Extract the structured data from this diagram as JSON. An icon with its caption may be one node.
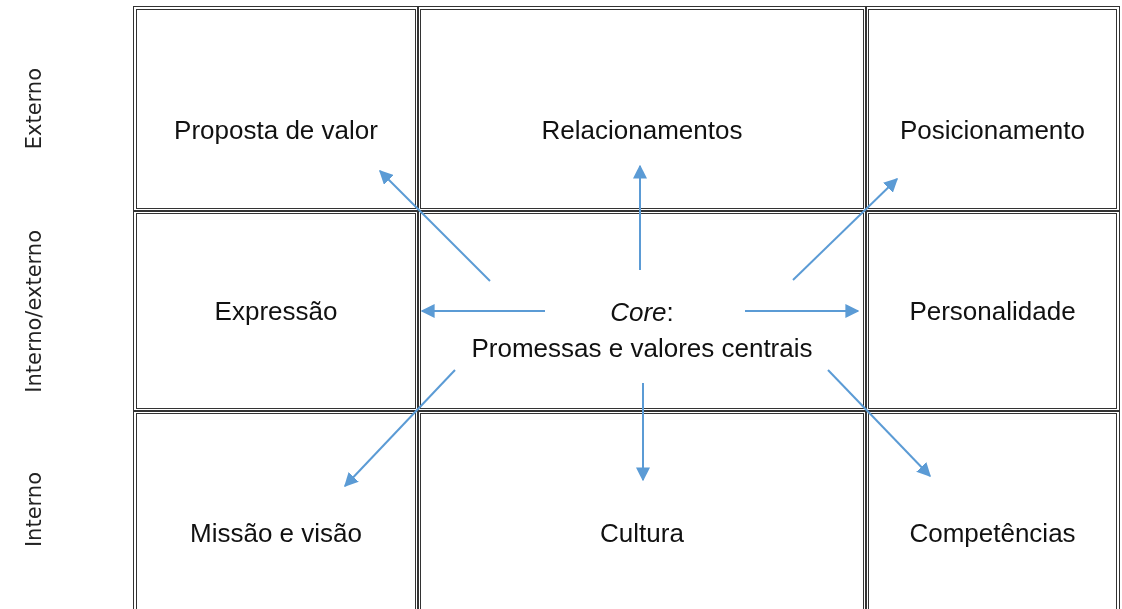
{
  "diagram": {
    "nodes": [
      {
        "text": [
          "Proposta de valor"
        ]
      },
      {
        "text": [
          "Relacionamentos"
        ]
      },
      {
        "text": [
          "Posicionamento"
        ]
      },
      {
        "text": [
          "Expressão"
        ]
      },
      {
        "text": [
          "*Core*: Promessas e valores centrais"
        ]
      },
      {
        "text": [
          "Personalidade"
        ]
      },
      {
        "text": [
          "Missão e visão"
        ]
      },
      {
        "text": [
          "Cultura"
        ]
      },
      {
        "text": [
          "Competências"
        ]
      }
    ],
    "edges": [
      {
        "from": 4,
        "to": 0,
        "arrow": "to"
      },
      {
        "from": 4,
        "to": 1,
        "arrow": "to"
      },
      {
        "from": 4,
        "to": 2,
        "arrow": "to"
      },
      {
        "from": 4,
        "to": 3,
        "arrow": "to"
      },
      {
        "from": 4,
        "to": 5,
        "arrow": "to"
      },
      {
        "from": 4,
        "to": 6,
        "arrow": "to"
      },
      {
        "from": 4,
        "to": 7,
        "arrow": "to"
      },
      {
        "from": 4,
        "to": 8,
        "arrow": "to"
      }
    ],
    "labels": [
      "Externo",
      "Interno/externo",
      "Interno"
    ]
  }
}
